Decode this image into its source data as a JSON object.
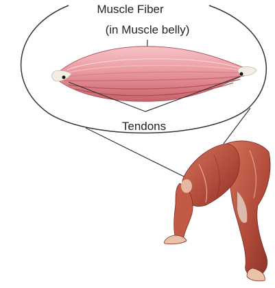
{
  "labels": {
    "muscle_fiber_line1": "Muscle Fiber",
    "muscle_fiber_line2": "(in Muscle belly)",
    "tendons": "Tendons"
  },
  "colors": {
    "muscle_light": "#f3b2b6",
    "muscle_mid": "#e38a91",
    "muscle_dark": "#c0505c",
    "tendon": "#f4ede6",
    "outline": "#333333",
    "leg_muscle": "#b84a3c",
    "leg_light": "#d98b6e"
  }
}
